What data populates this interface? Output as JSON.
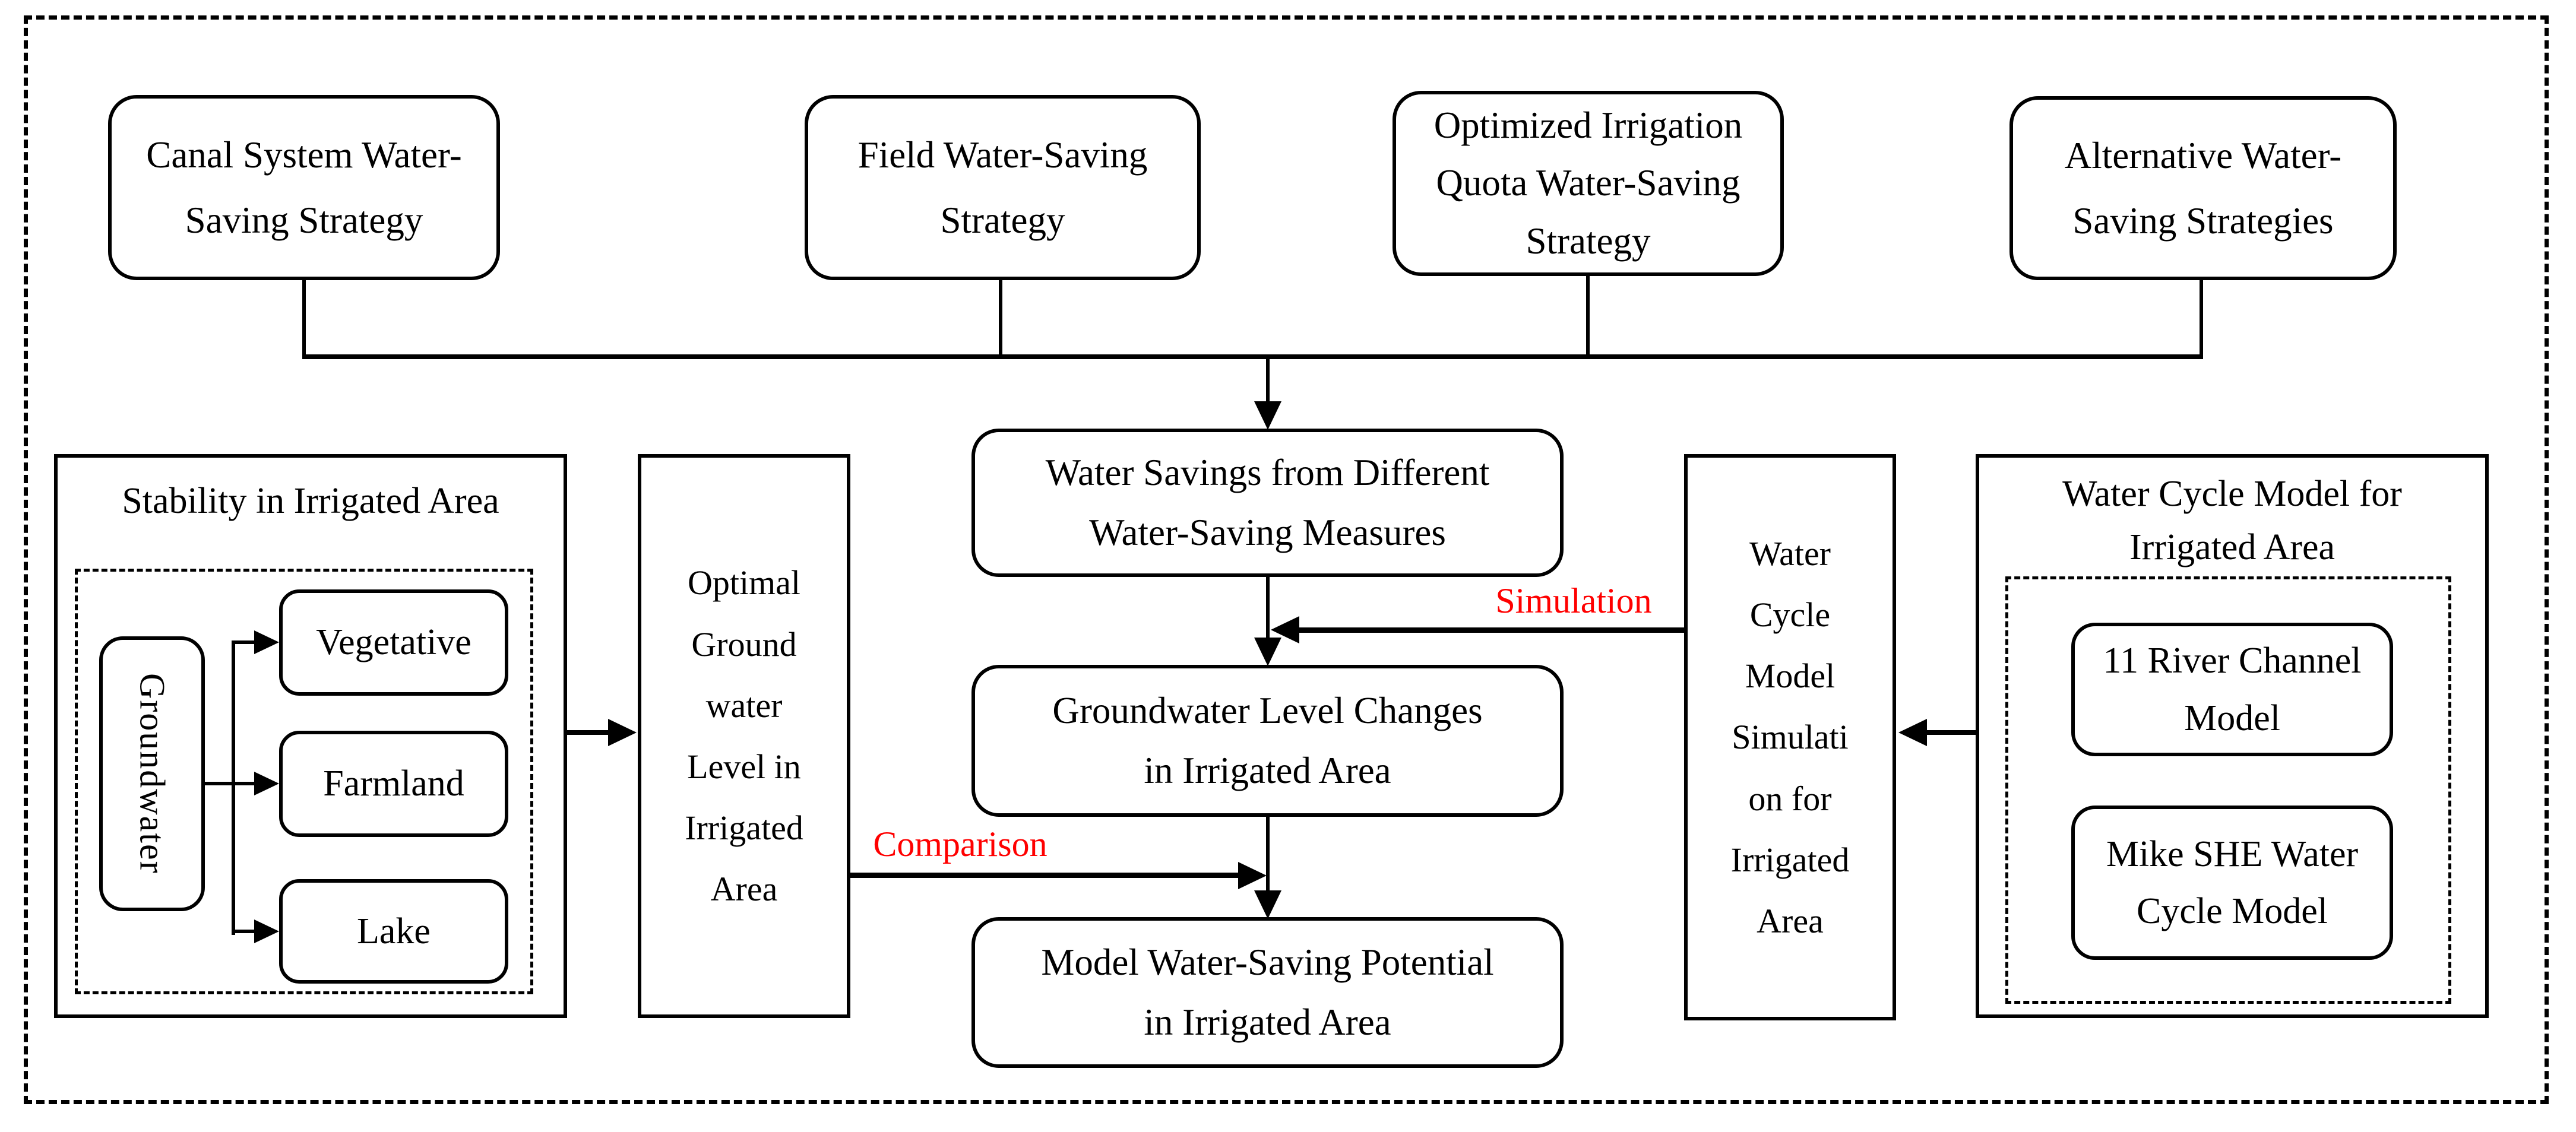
{
  "colors": {
    "line": "#000000",
    "annotation": "#FF0000",
    "background": "#FFFFFF"
  },
  "top_strategies": [
    {
      "label": "Canal System Water-\nSaving Strategy"
    },
    {
      "label": "Field Water-Saving\nStrategy"
    },
    {
      "label": "Optimized Irrigation\nQuota Water-Saving\nStrategy"
    },
    {
      "label": "Alternative Water-\nSaving Strategies"
    }
  ],
  "left_panel": {
    "title": "Stability in Irrigated Area",
    "source_label": "Groundwater",
    "targets": [
      {
        "label": "Vegetative"
      },
      {
        "label": "Farmland"
      },
      {
        "label": "Lake"
      }
    ]
  },
  "optimal_box": {
    "label": "Optimal\nGround\nwater\nLevel in\nIrrigated\nArea"
  },
  "center_flow": {
    "water_savings": "Water Savings from Different\nWater-Saving Measures",
    "groundwater_changes": "Groundwater Level Changes\nin Irrigated Area",
    "model_potential": "Model Water-Saving Potential\nin Irrigated Area"
  },
  "annotations": {
    "simulation": "Simulation",
    "comparison": "Comparison"
  },
  "simulation_box": {
    "label": "Water\nCycle\nModel\nSimulati\non for\nIrrigated\nArea"
  },
  "right_panel": {
    "title": "Water Cycle Model for\nIrrigated Area",
    "models": [
      {
        "label": "11 River Channel\nModel"
      },
      {
        "label": "Mike SHE Water\nCycle Model"
      }
    ]
  }
}
